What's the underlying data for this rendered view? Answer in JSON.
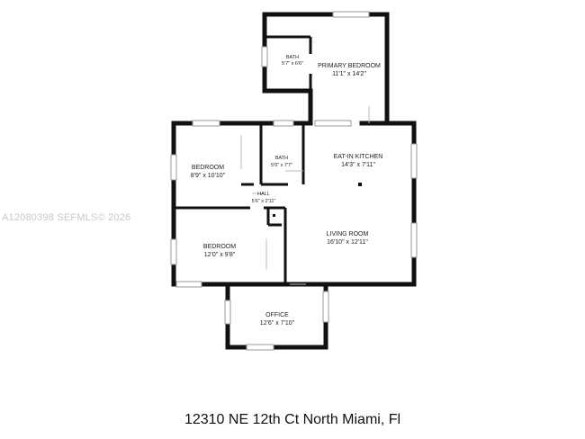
{
  "rooms": {
    "primary_bath": {
      "name": "BATH",
      "size": "5'7\" x 6'6\""
    },
    "primary_bedroom": {
      "name": "PRIMARY BEDROOM",
      "size": "11'1\" x 14'2\""
    },
    "bedroom_1": {
      "name": "BEDROOM",
      "size": "8'9\" x 10'10\""
    },
    "bath": {
      "name": "BATH",
      "size": "5'0\" x 7'7\""
    },
    "kitchen": {
      "name": "EAT-IN KITCHEN",
      "size": "14'3\" x 7'11\""
    },
    "hall": {
      "name": "HALL",
      "size": "5'6\" x 2'11\""
    },
    "bedroom_2": {
      "name": "BEDROOM",
      "size": "12'0\" x 9'8\""
    },
    "living": {
      "name": "LIVING ROOM",
      "size": "16'10\" x 12'11\""
    },
    "office": {
      "name": "OFFICE",
      "size": "12'6\" x 7'10\""
    }
  },
  "watermark": "A12080398  SEFMLS© 2026",
  "address": "12310 NE 12th Ct North Miami, Fl"
}
